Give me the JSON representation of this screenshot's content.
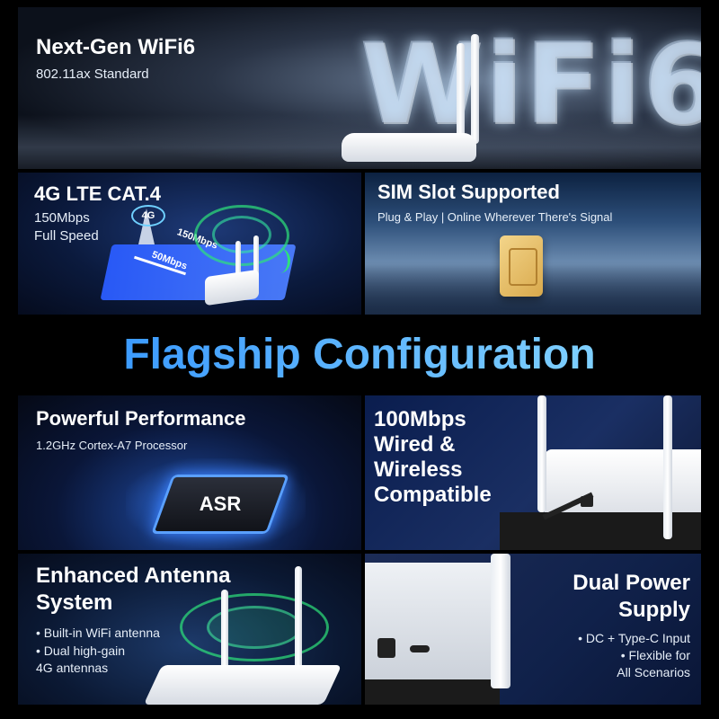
{
  "banner": {
    "title": "Next-Gen WiFi6",
    "subtitle": "802.11ax Standard",
    "graphic_text": "WiFi6"
  },
  "lte": {
    "title": "4G LTE CAT.4",
    "subtitle_line1": "150Mbps",
    "subtitle_line2": "Full Speed",
    "tower_label": "4G",
    "down_speed": "150Mbps",
    "up_speed": "50Mbps"
  },
  "sim": {
    "title": "SIM Slot Supported",
    "subtitle": "Plug & Play | Online Wherever There's Signal"
  },
  "heading": "Flagship Configuration",
  "performance": {
    "title": "Powerful Performance",
    "subtitle": "1.2GHz Cortex-A7 Processor",
    "chip_label": "ASR"
  },
  "wired": {
    "line1": "100Mbps",
    "line2": "Wired &",
    "line3": "Wireless",
    "line4": "Compatible"
  },
  "antenna": {
    "title_line1": "Enhanced Antenna",
    "title_line2": "System",
    "bullet1": "• Built-in WiFi antenna",
    "bullet2": "• Dual high-gain",
    "bullet3": "4G antennas"
  },
  "power": {
    "title_line1": "Dual Power",
    "title_line2": "Supply",
    "bullet1": "• DC + Type-C Input",
    "bullet2": "• Flexible for",
    "bullet3": "All Scenarios"
  },
  "colors": {
    "heading_blue": "#3c9bff",
    "background": "#000000"
  }
}
